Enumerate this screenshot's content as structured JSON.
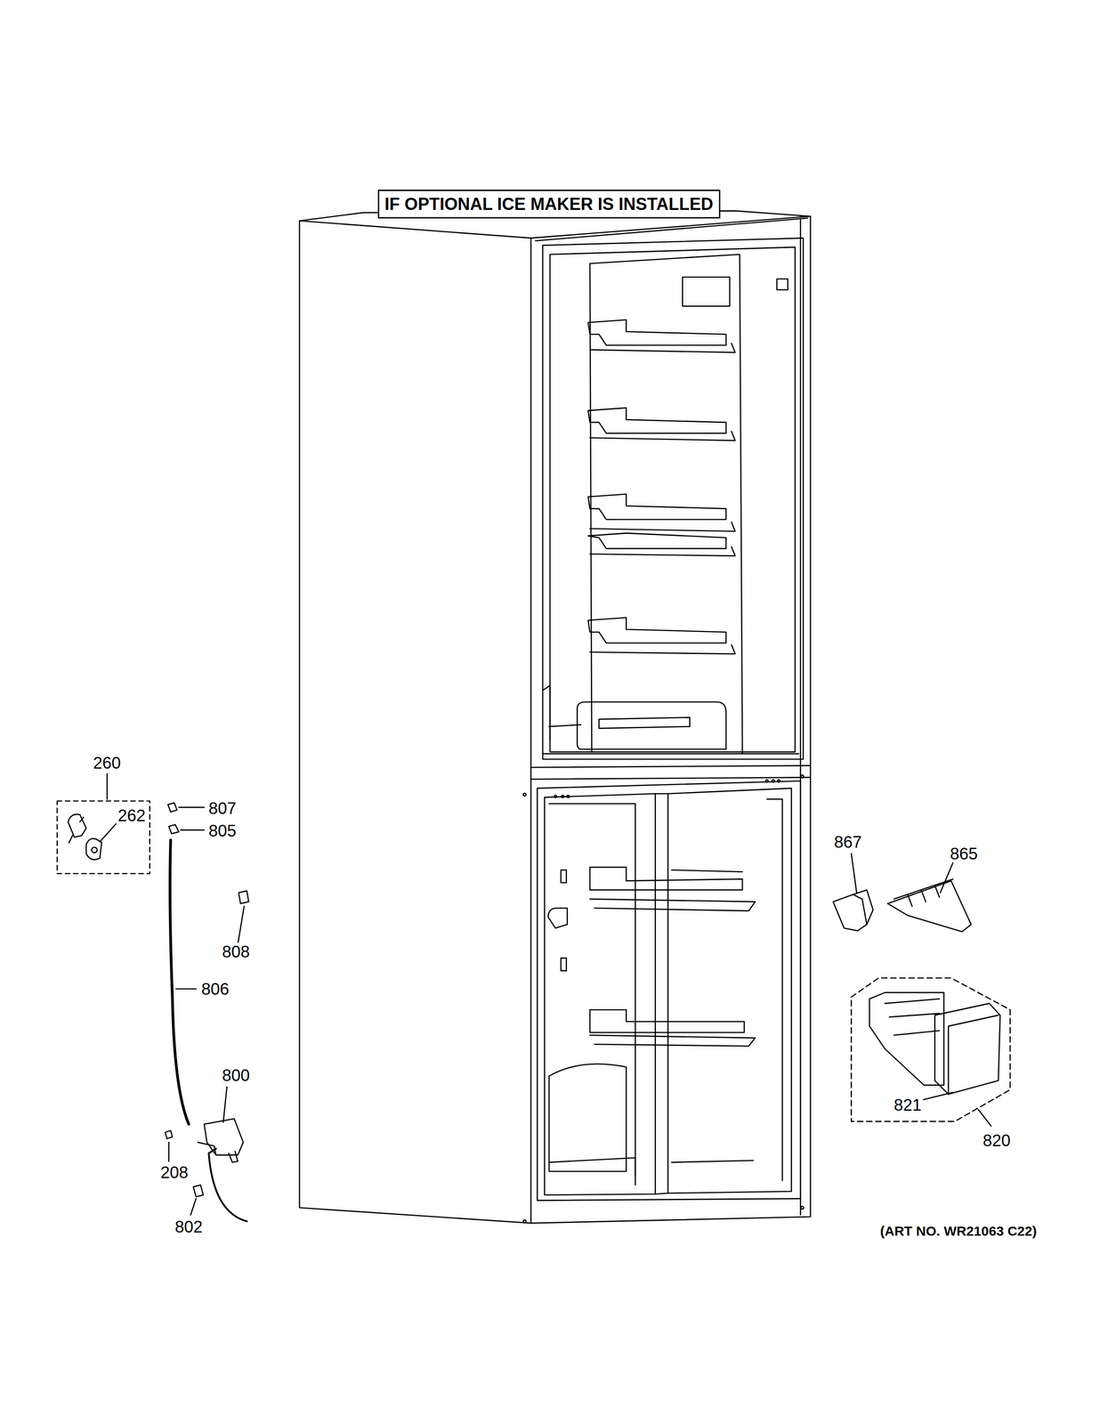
{
  "diagram": {
    "nodes": [
      {
        "text": [
          "IF OPTIONAL ICE MAKER IS INSTALLED"
        ]
      }
    ],
    "labels": [
      "260",
      "262",
      "807",
      "805",
      "808",
      "806",
      "800",
      "208",
      "802",
      "867",
      "865",
      "821",
      "820",
      "(ART NO. WR21063 C22)"
    ]
  }
}
